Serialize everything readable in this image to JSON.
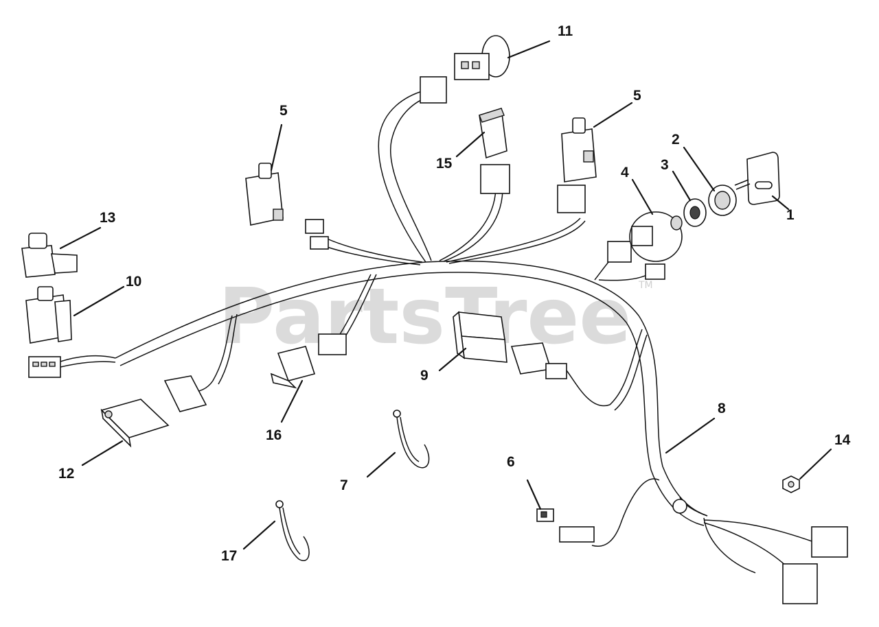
{
  "watermark": {
    "text": "PartsTree",
    "mark": "TM"
  },
  "callouts": {
    "c1": "1",
    "c2": "2",
    "c3": "3",
    "c4": "4",
    "c5a": "5",
    "c5b": "5",
    "c6": "6",
    "c7": "7",
    "c8": "8",
    "c9": "9",
    "c10": "10",
    "c11": "11",
    "c12": "12",
    "c13": "13",
    "c14": "14",
    "c15": "15",
    "c16": "16",
    "c17": "17"
  }
}
